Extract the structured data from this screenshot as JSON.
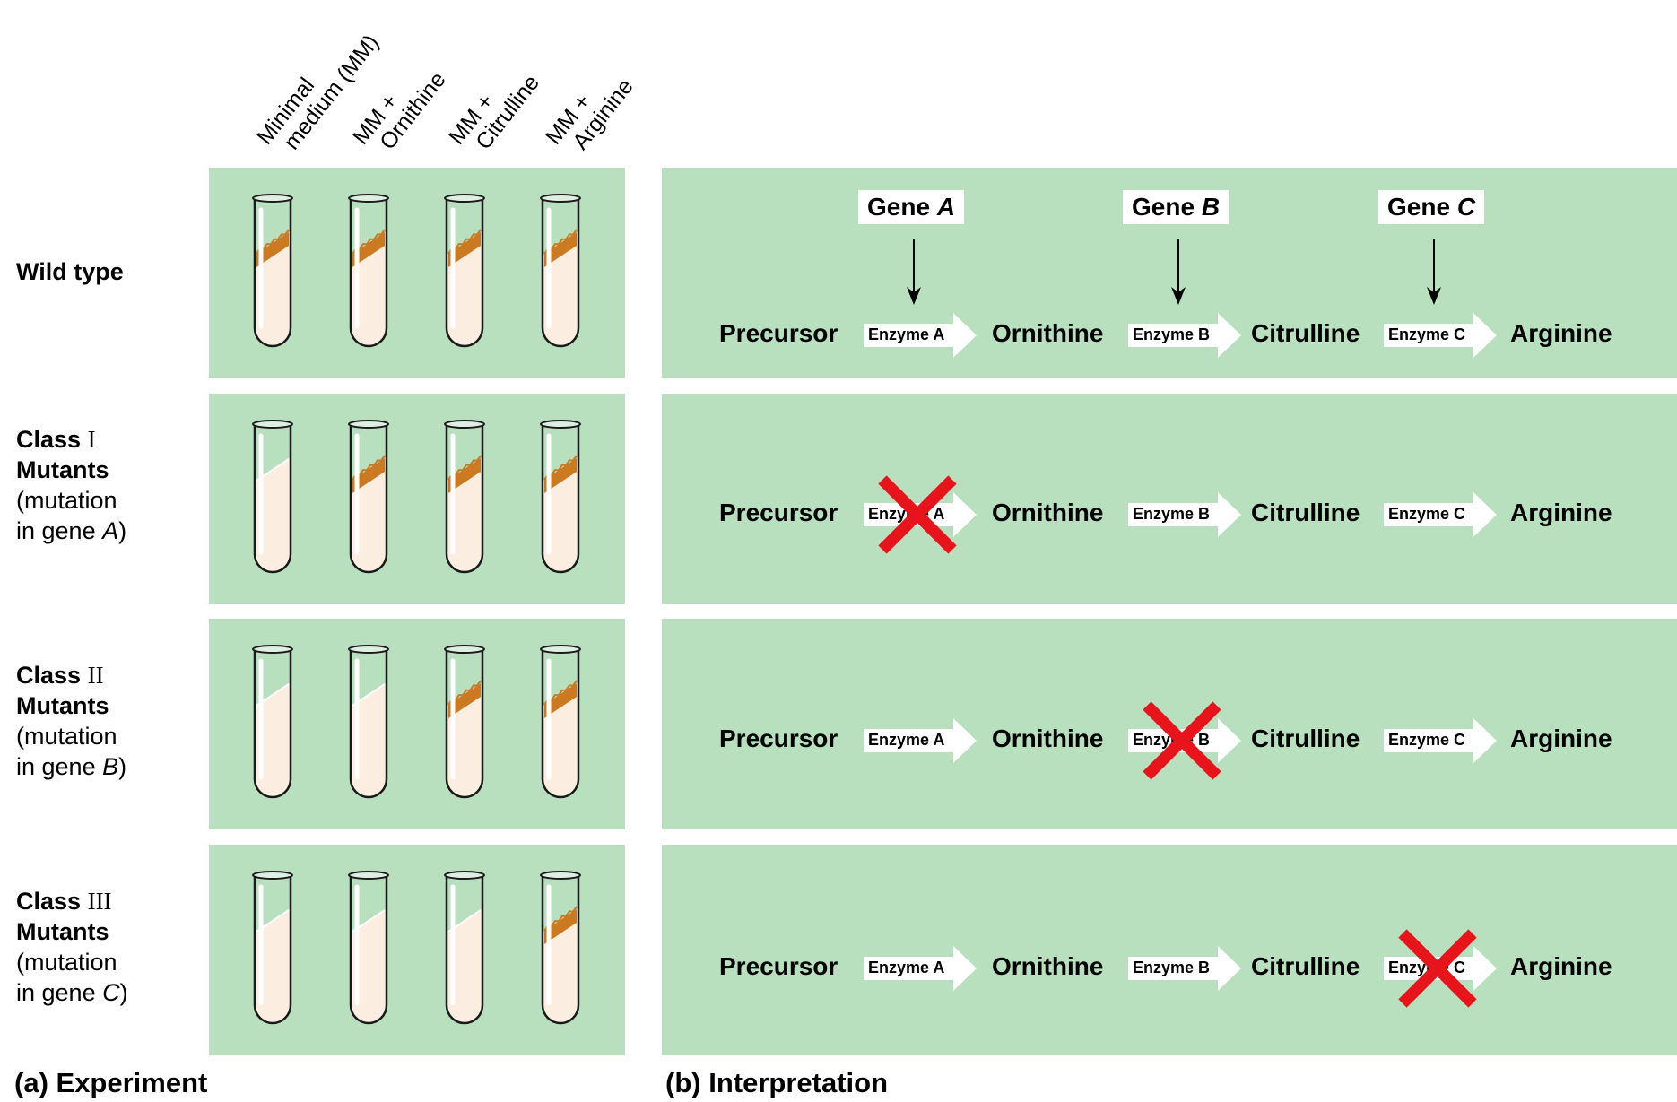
{
  "column_headers": [
    {
      "line1": "Minimal",
      "line2": "medium (MM)"
    },
    {
      "line1": "MM +",
      "line2": "Ornithine"
    },
    {
      "line1": "MM +",
      "line2": "Citrulline"
    },
    {
      "line1": "MM +",
      "line2": "Arginine"
    }
  ],
  "rows": [
    {
      "label_bold": "Wild type",
      "label_roman": "",
      "label_line2": "",
      "label_line3": "",
      "label_line4_prefix": "",
      "label_line4_gene": "",
      "label_line4_suffix": "",
      "growth": [
        true,
        true,
        true,
        true
      ],
      "blocked_enzyme": ""
    },
    {
      "label_bold": "Class",
      "label_roman": "I",
      "label_line2": "Mutants",
      "label_line3": "(mutation",
      "label_line4_prefix": "in gene ",
      "label_line4_gene": "A",
      "label_line4_suffix": ")",
      "growth": [
        false,
        true,
        true,
        true
      ],
      "blocked_enzyme": "A"
    },
    {
      "label_bold": "Class",
      "label_roman": "II",
      "label_line2": "Mutants",
      "label_line3": "(mutation",
      "label_line4_prefix": "in gene ",
      "label_line4_gene": "B",
      "label_line4_suffix": ")",
      "growth": [
        false,
        false,
        true,
        true
      ],
      "blocked_enzyme": "B"
    },
    {
      "label_bold": "Class",
      "label_roman": "III",
      "label_line2": "Mutants",
      "label_line3": "(mutation",
      "label_line4_prefix": "in gene ",
      "label_line4_gene": "C",
      "label_line4_suffix": ")",
      "growth": [
        false,
        false,
        false,
        true
      ],
      "blocked_enzyme": "C"
    }
  ],
  "pathway": {
    "metabolites": [
      "Precursor",
      "Ornithine",
      "Citrulline",
      "Arginine"
    ],
    "enzymes": [
      "Enzyme A",
      "Enzyme B",
      "Enzyme C"
    ],
    "genes": [
      {
        "prefix": "Gene ",
        "letter": "A"
      },
      {
        "prefix": "Gene ",
        "letter": "B"
      },
      {
        "prefix": "Gene ",
        "letter": "C"
      }
    ]
  },
  "captions": {
    "experiment_letter": "(a)",
    "experiment": "Experiment",
    "interpretation_letter": "(b)",
    "interpretation": "Interpretation"
  },
  "colors": {
    "panel": "#b8dfbe",
    "medium": "#fbeee0",
    "growth": "#cc7a22",
    "block_x": "#e8141b"
  }
}
